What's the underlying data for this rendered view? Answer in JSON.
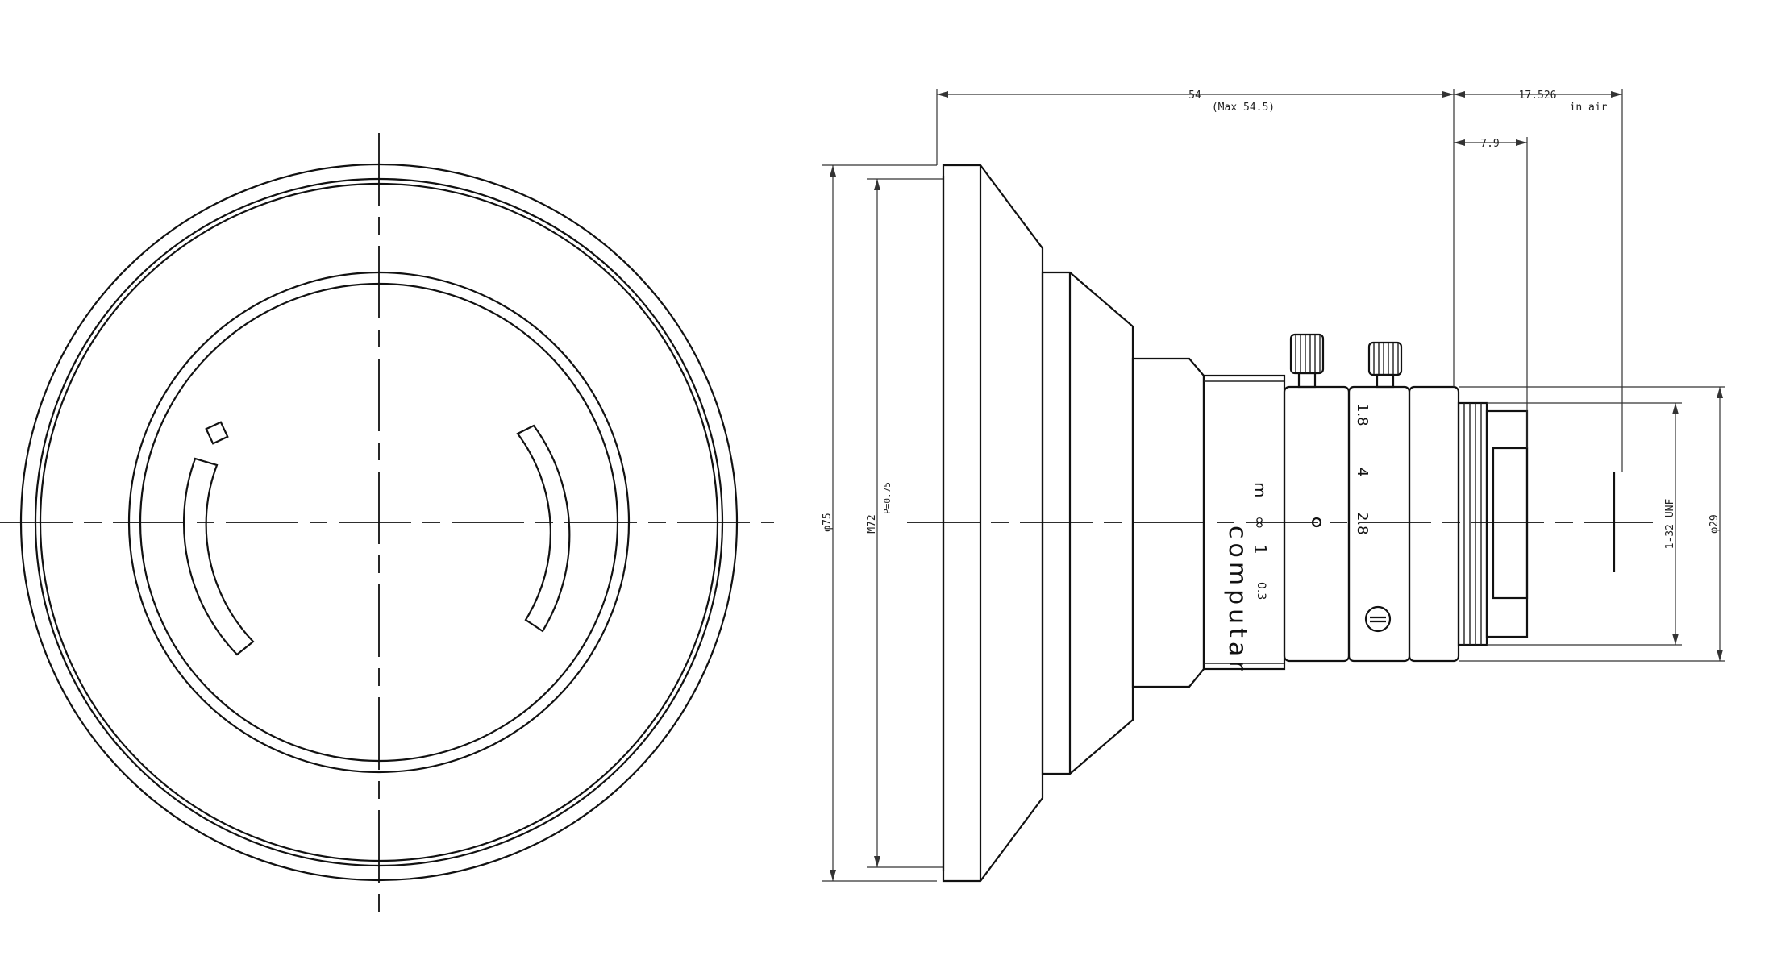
{
  "dimensions": {
    "length": "54",
    "length_max": "(Max 54.5)",
    "flange_back": "17.526",
    "flange_back_note": "in air",
    "back_protrusion": "7.9",
    "outer_diameter": "φ75",
    "filter_thread": "M72",
    "filter_pitch": "P=0.75",
    "mount_thread": "1-32 UNF",
    "mount_diameter": "φ29"
  },
  "engraving": {
    "brand": "computar",
    "distance_scale": [
      "m",
      "∞",
      "1",
      "0.3"
    ],
    "aperture_scale": [
      "1.8",
      "4",
      "2.8"
    ]
  },
  "colors": {
    "line": "#111111",
    "background": "#ffffff"
  }
}
